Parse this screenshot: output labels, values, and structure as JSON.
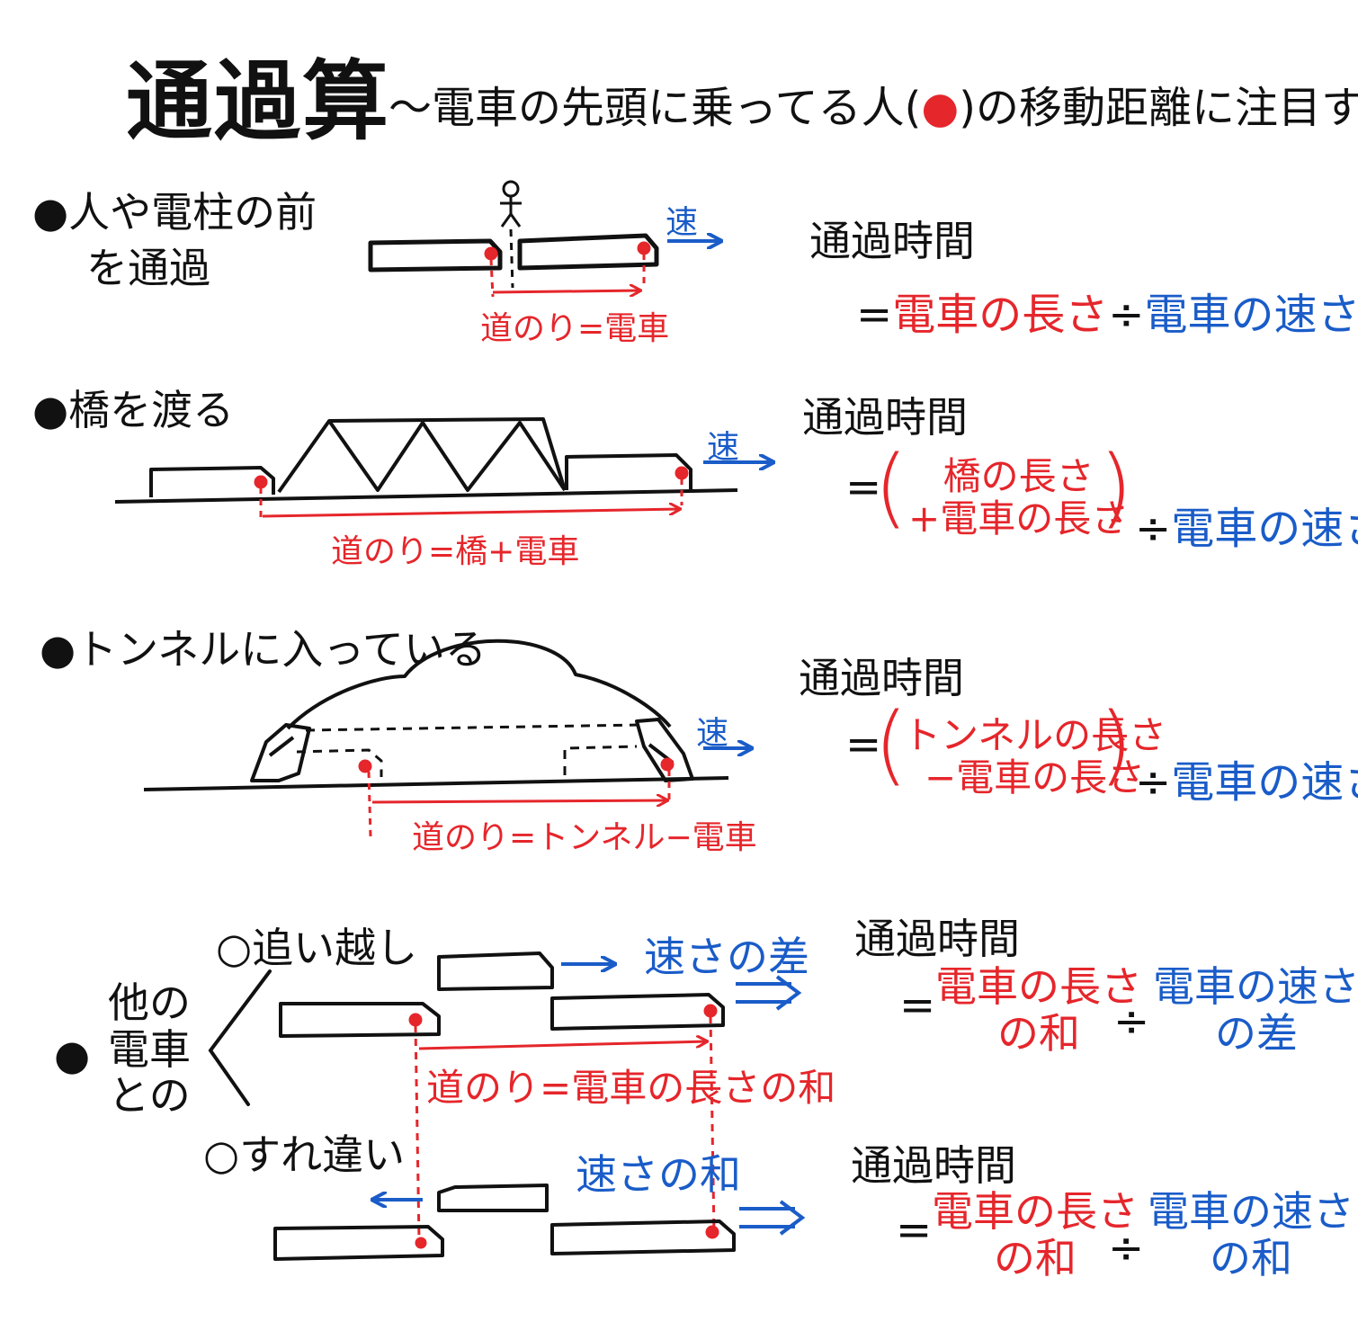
{
  "colors": {
    "ink": "#111111",
    "red": "#e5262b",
    "blue": "#1a5cc8"
  },
  "header": {
    "title": "通過算",
    "subtitle_before": "〜電車の先頭に乗ってる人(",
    "subtitle_dot": "●",
    "subtitle_after": ")の移動距離に注目する"
  },
  "sections": {
    "person_pole": {
      "label_line1": "●人や電柱の前",
      "label_line2": "を通過",
      "speed": "速",
      "distance": "道のり=電車",
      "time_label": "通過時間",
      "eq_prefix": "=",
      "eq_red": "電車の長さ",
      "eq_div": "÷",
      "eq_blue": "電車の速さ"
    },
    "bridge": {
      "label": "●橋を渡る",
      "speed": "速",
      "distance": "道のり=橋+電車",
      "time_label": "通過時間",
      "eq_prefix": "=",
      "eq_red_line1": "橋の長さ",
      "eq_red_line2": "+電車の長さ",
      "eq_div": "÷",
      "eq_blue": "電車の速さ"
    },
    "tunnel": {
      "label": "●トンネルに入っている",
      "speed": "速",
      "distance": "道のり=トンネル−電車",
      "time_label": "通過時間",
      "eq_prefix": "=",
      "eq_red_line1": "トンネルの長さ",
      "eq_red_line2": "−電車の長さ",
      "eq_div": "÷",
      "eq_blue": "電車の速さ"
    },
    "other_trains": {
      "label_line1": "他の",
      "label_line2": "電車",
      "label_line3": "との",
      "bullet": "●",
      "overtake": {
        "label": "○追い越し",
        "speed_label": "速さの差",
        "distance": "道のり=電車の長さの和",
        "time_label": "通過時間",
        "eq_prefix": "=",
        "eq_red_line1": "電車の長さ",
        "eq_red_line2": "の和",
        "eq_div": "÷",
        "eq_blue_line1": "電車の速さ",
        "eq_blue_line2": "の差"
      },
      "pass": {
        "label": "○すれ違い",
        "speed_label": "速さの和",
        "time_label": "通過時間",
        "eq_prefix": "=",
        "eq_red_line1": "電車の長さ",
        "eq_red_line2": "の和",
        "eq_div": "÷",
        "eq_blue_line1": "電車の速さ",
        "eq_blue_line2": "の和"
      }
    }
  }
}
